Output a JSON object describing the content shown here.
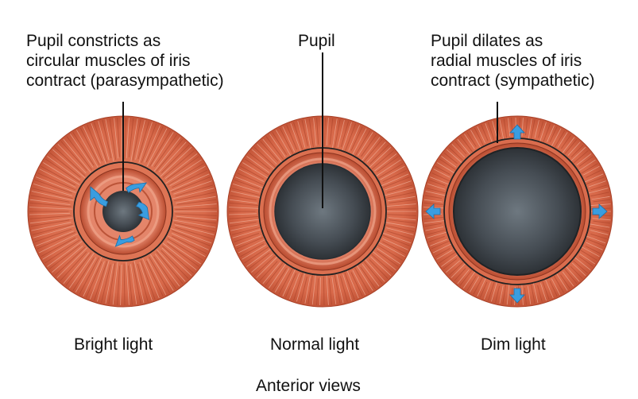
{
  "figures": [
    {
      "id": "bright",
      "label_lines": [
        "Pupil constricts as",
        "circular muscles of iris",
        "contract (parasympathetic)"
      ],
      "caption": "Bright light",
      "pupil_size": "small",
      "arrows": "circular"
    },
    {
      "id": "normal",
      "label_lines": [
        "Pupil"
      ],
      "caption": "Normal light",
      "pupil_size": "medium",
      "arrows": "none"
    },
    {
      "id": "dim",
      "label_lines": [
        "Pupil dilates as",
        "radial muscles of iris",
        "contract (sympathetic)"
      ],
      "caption": "Dim light",
      "pupil_size": "large",
      "arrows": "radial"
    }
  ],
  "footer": "Anterior views",
  "colors": {
    "iris": "#d8694a",
    "iris_dark": "#a84128",
    "iris_light": "#f0a58c",
    "pupil": "#3a4046",
    "pupil_light": "#6e7880",
    "arrow": "#3a9de0",
    "text": "#111111"
  }
}
